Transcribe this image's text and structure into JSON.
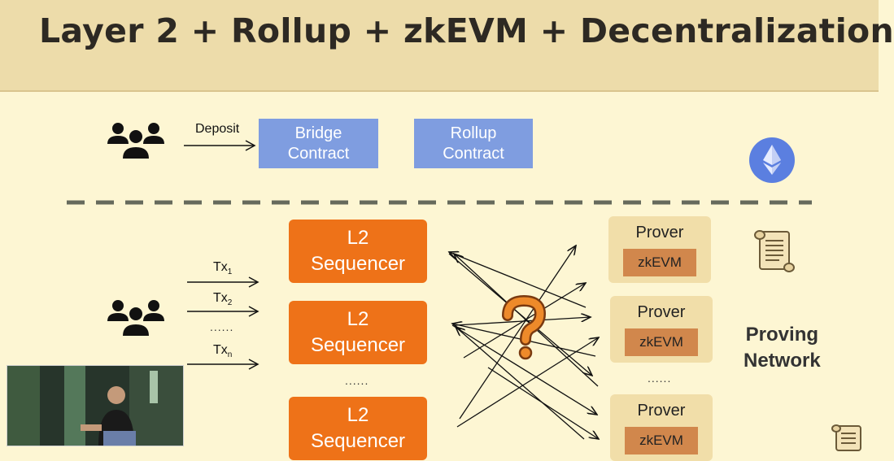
{
  "slide": {
    "title": "Layer 2 + Rollup + zkEVM + Decentralization"
  },
  "l1": {
    "deposit_label": "Deposit",
    "bridge_contract": [
      "Bridge",
      "Contract"
    ],
    "rollup_contract": [
      "Rollup",
      "Contract"
    ]
  },
  "l2": {
    "transactions": [
      {
        "base": "Tx",
        "sub": "1"
      },
      {
        "base": "Tx",
        "sub": "2"
      },
      {
        "base": "Tx",
        "sub": "n"
      }
    ],
    "tx_ellipsis": "......",
    "sequencers": [
      {
        "line1": "L2",
        "line2": "Sequencer"
      },
      {
        "line1": "L2",
        "line2": "Sequencer"
      },
      {
        "line1": "L2",
        "line2": "Sequencer"
      }
    ],
    "sequencer_ellipsis": "......",
    "question_mark": "?",
    "provers": [
      {
        "title": "Prover",
        "engine": "zkEVM"
      },
      {
        "title": "Prover",
        "engine": "zkEVM"
      },
      {
        "title": "Prover",
        "engine": "zkEVM"
      }
    ],
    "prover_ellipsis": "......",
    "proving_network": [
      "Proving",
      "Network"
    ]
  },
  "colors": {
    "background": "#fdf6d3",
    "header": "#eddcaa",
    "contract_box": "#7f9de0",
    "sequencer": "#ee7218",
    "prover_card": "#f1dea9",
    "zkevm_box": "#d1874c",
    "ethereum_circle": "#5b7fe0",
    "divider": "#666a5c"
  },
  "icons": [
    "users-icon",
    "ethereum-icon",
    "scroll-icon",
    "question-mark-icon",
    "arrow-icon"
  ]
}
